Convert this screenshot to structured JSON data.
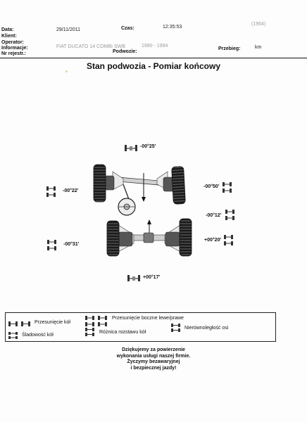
{
  "header": {
    "fields": [
      {
        "label": "Data:",
        "value": "29/11/2011"
      },
      {
        "label": "Klient:",
        "value": ""
      },
      {
        "label": "Operator:",
        "value": ""
      },
      {
        "label": "Informacje:",
        "value": "FIAT DUCATO 14 COMBI SWB"
      },
      {
        "label": "Nr rejestr.:",
        "value": ""
      }
    ],
    "years": "1990 - 1994",
    "czas_label": "Czas:",
    "czas_value": "12:35:53",
    "record_no": "(1954)",
    "podwozie_label": "Podwozie:",
    "przebieg_label": "Przebieg:",
    "przebieg_unit": "km"
  },
  "title": "Stan podwozia - Pomiar końcowy",
  "measurements": {
    "front_total": "-00°25'",
    "front_left": "-00°22'",
    "front_right": "-00°50'",
    "rear_right_top": "-00°12'",
    "rear_right": "+00°20'",
    "rear_left": "-00°31'",
    "rear_total": "+00°17'"
  },
  "legend": {
    "przesuniecie_kol": "Przesunięcie kół",
    "przesuniecie_boczne": "Przesunięcie boczne lewe/prawe",
    "sladowosc_kol": "Śladowość kół",
    "roznica_rozstawu": "Różnica rozstawu kół",
    "nierownoleglosc": "Nierównoległość osi"
  },
  "thanks": [
    "Dziękujemy za powierzenie",
    "wykonania usługi naszej firmie.",
    "Życzymy bezawaryjnej",
    "i bezpiecznej jazdy!"
  ],
  "colors": {
    "tire": "#1a1a1a",
    "text": "#111111",
    "muted": "#9a9a9a"
  }
}
